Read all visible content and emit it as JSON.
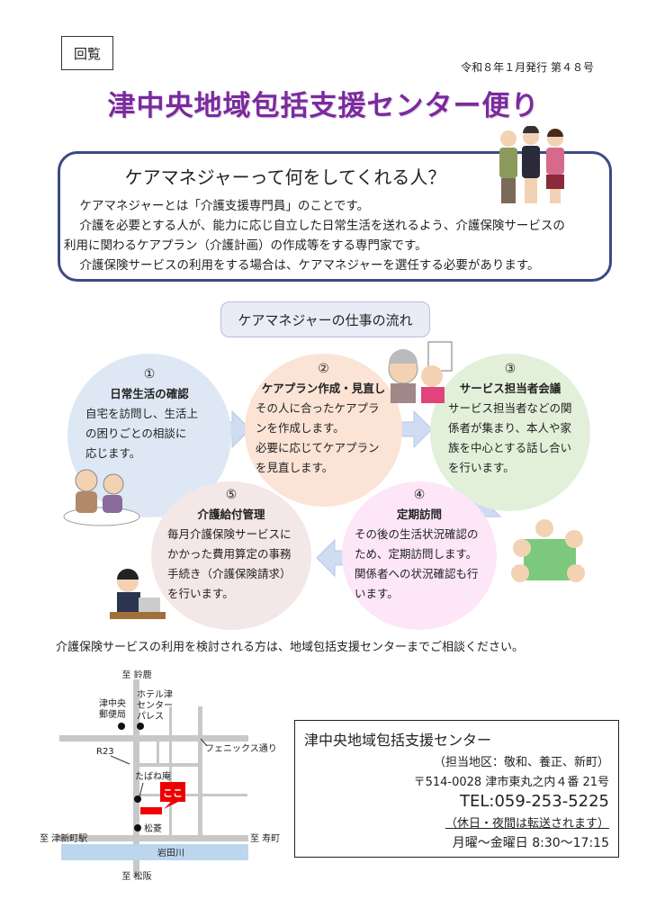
{
  "header": {
    "circulation": "回覧",
    "issue": "令和８年１月発行 第４８号",
    "title": "津中央地域包括支援センター便り"
  },
  "intro": {
    "heading": "ケアマネジャーって何をしてくれる人？",
    "lines": [
      "ケアマネジャーとは「介護支援専門員」のことです。",
      "介護を必要とする人が、能力に応じ自立した日常生活を送れるよう、介護保険サービスの",
      "利用に関わるケアプラン（介護計画）の作成等をする専門家です。",
      "介護保険サービスの利用をする場合は、ケアマネジャーを選任する必要があります。"
    ]
  },
  "flow": {
    "title": "ケアマネジャーの仕事の流れ",
    "steps": [
      {
        "num": "①",
        "title": "日常生活の確認",
        "lines": [
          "自宅を訪問し、生活上",
          "の困りごとの相談に",
          "応じます。"
        ]
      },
      {
        "num": "②",
        "title": "ケアプラン作成・見直し",
        "lines": [
          "その人に合ったケアプラ",
          "ンを作成します。",
          "必要に応じてケアプラン",
          "を見直します。"
        ]
      },
      {
        "num": "③",
        "title": "サービス担当者会議",
        "lines": [
          "サービス担当者などの関",
          "係者が集まり、本人や家",
          "族を中心とする話し合い",
          "を行います。"
        ]
      },
      {
        "num": "④",
        "title": "定期訪問",
        "lines": [
          "その後の生活状況確認の",
          "ため、定期訪問します。",
          "関係者への状況確認も行",
          "います。"
        ]
      },
      {
        "num": "⑤",
        "title": "介護給付管理",
        "lines": [
          "毎月介護保険サービスに",
          "かかった費用算定の事務",
          "手続き（介護保険請求）",
          "を行います。"
        ]
      }
    ]
  },
  "note": "介護保険サービスの利用を検討される方は、地域包括支援センターまでご相談ください。",
  "map": {
    "to_north": "至 鈴鹿",
    "post_office": [
      "津中央",
      "郵便局"
    ],
    "hotel": [
      "ホテル津",
      "センター",
      "パレス"
    ],
    "r23": "R23",
    "phoenix": "フェニックス通り",
    "tabaneam": "たばね庵",
    "here": "ここ",
    "matsubishi": "松菱",
    "to_west": "至 津新町駅",
    "to_east": "至 寿町",
    "river": "岩田川",
    "to_south": "至 松阪"
  },
  "info": {
    "name": "津中央地域包括支援センター",
    "area": "（担当地区：敬和、養正、新町）",
    "address": "〒514-0028 津市東丸之内４番 21号",
    "tel_label": "TEL:",
    "tel": "059-253-5225",
    "transfer": "（休日・夜間は転送されます）",
    "hours": "月曜～金曜日 8:30～17:15"
  }
}
